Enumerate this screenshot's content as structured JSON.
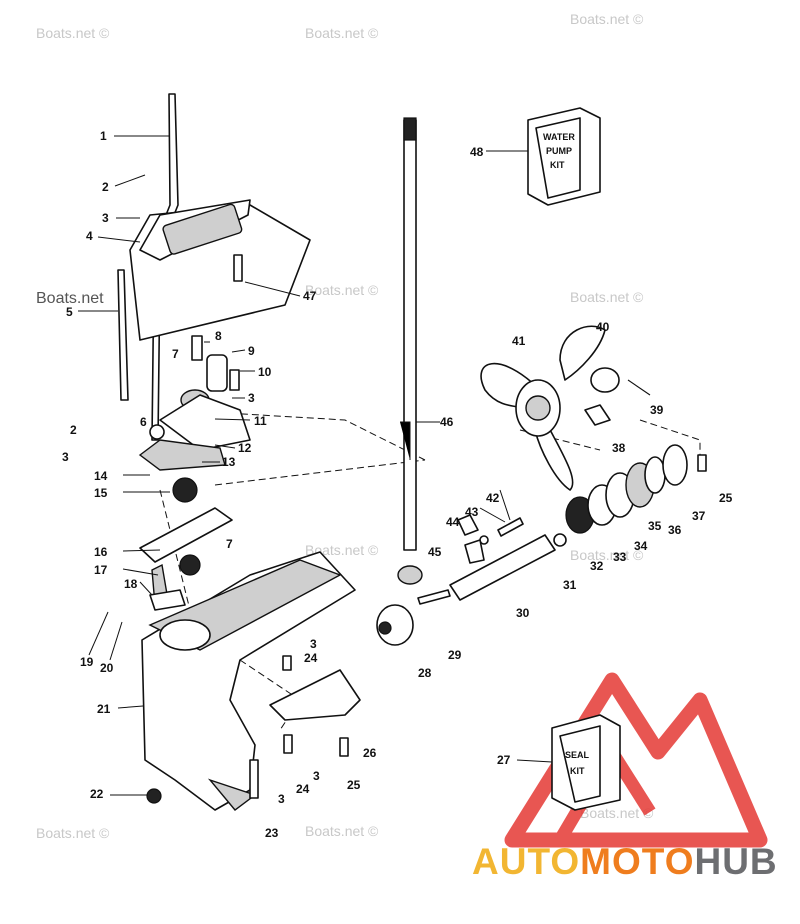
{
  "watermark": {
    "text": "Boats.net ©",
    "prominent_text": "Boats.net"
  },
  "callouts": {
    "1": "1",
    "2": "2",
    "3": "3",
    "4": "4",
    "5": "5",
    "6": "6",
    "7": "7",
    "8": "8",
    "9": "9",
    "10": "10",
    "11": "11",
    "12": "12",
    "13": "13",
    "14": "14",
    "15": "15",
    "16": "16",
    "17": "17",
    "18": "18",
    "19": "19",
    "20": "20",
    "21": "21",
    "22": "22",
    "23": "23",
    "24": "24",
    "25": "25",
    "26": "26",
    "27": "27",
    "28": "28",
    "29": "29",
    "30": "30",
    "31": "31",
    "32": "32",
    "33": "33",
    "34": "34",
    "35": "35",
    "36": "36",
    "37": "37",
    "38": "38",
    "39": "39",
    "40": "40",
    "41": "41",
    "42": "42",
    "43": "43",
    "44": "44",
    "45": "45",
    "46": "46",
    "47": "47",
    "48": "48"
  },
  "kits": {
    "water_pump": {
      "line1": "WATER",
      "line2": "PUMP",
      "line3": "KIT"
    },
    "seal": {
      "line1": "SEAL",
      "line2": "KIT"
    }
  },
  "brand": {
    "part1": "AUTO",
    "part2": "MOTO",
    "part3": "HUB"
  },
  "colors": {
    "logo_red": "#e53935",
    "logo_yellow": "#f2b632",
    "logo_orange": "#ef7d1e",
    "logo_grey": "#6d6e71",
    "watermark": "#c8c8c8"
  }
}
